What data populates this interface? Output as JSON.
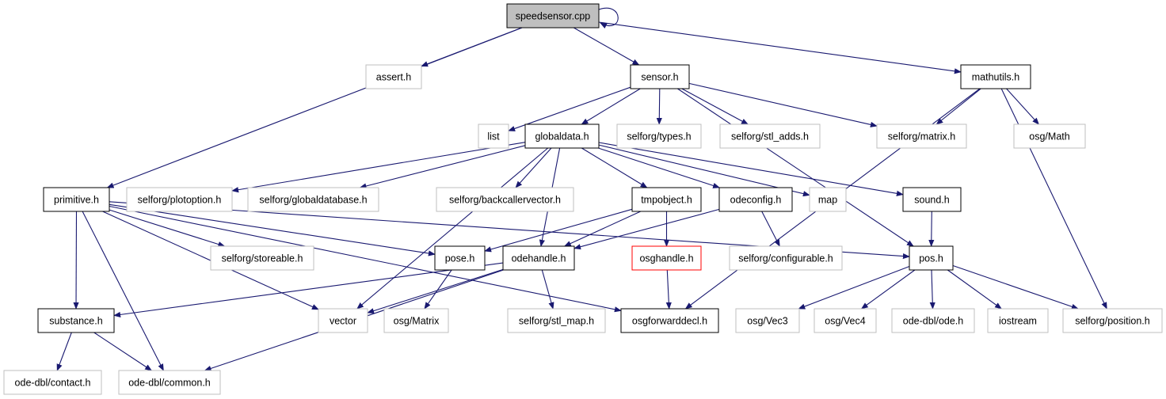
{
  "colors": {
    "edge": "#191970",
    "node_border": "#000000",
    "ext_border": "#bfbfbf",
    "missing_border": "#ff0000",
    "root_fill": "#bfbfbf",
    "text": "#000000"
  },
  "nodes": [
    {
      "id": "speedsensor",
      "label": "speedsensor.cpp",
      "kind": "root"
    },
    {
      "id": "assert",
      "label": "assert.h",
      "kind": "ext"
    },
    {
      "id": "sensor",
      "label": "sensor.h",
      "kind": "normal"
    },
    {
      "id": "mathutils",
      "label": "mathutils.h",
      "kind": "normal"
    },
    {
      "id": "list",
      "label": "list",
      "kind": "ext"
    },
    {
      "id": "globaldata",
      "label": "globaldata.h",
      "kind": "normal"
    },
    {
      "id": "types",
      "label": "selforg/types.h",
      "kind": "ext"
    },
    {
      "id": "stl_adds",
      "label": "selforg/stl_adds.h",
      "kind": "ext"
    },
    {
      "id": "matrix",
      "label": "selforg/matrix.h",
      "kind": "ext"
    },
    {
      "id": "osgmath",
      "label": "osg/Math",
      "kind": "ext"
    },
    {
      "id": "primitive",
      "label": "primitive.h",
      "kind": "normal"
    },
    {
      "id": "plotoption",
      "label": "selforg/plotoption.h",
      "kind": "ext"
    },
    {
      "id": "globaldatabase",
      "label": "selforg/globaldatabase.h",
      "kind": "ext"
    },
    {
      "id": "backcaller",
      "label": "selforg/backcallervector.h",
      "kind": "ext"
    },
    {
      "id": "tmpobject",
      "label": "tmpobject.h",
      "kind": "normal"
    },
    {
      "id": "odeconfig",
      "label": "odeconfig.h",
      "kind": "normal"
    },
    {
      "id": "map",
      "label": "map",
      "kind": "ext"
    },
    {
      "id": "sound",
      "label": "sound.h",
      "kind": "normal"
    },
    {
      "id": "storeable",
      "label": "selforg/storeable.h",
      "kind": "ext"
    },
    {
      "id": "pose",
      "label": "pose.h",
      "kind": "normal"
    },
    {
      "id": "odehandle",
      "label": "odehandle.h",
      "kind": "normal"
    },
    {
      "id": "osghandle",
      "label": "osghandle.h",
      "kind": "missing"
    },
    {
      "id": "configurable",
      "label": "selforg/configurable.h",
      "kind": "ext"
    },
    {
      "id": "pos",
      "label": "pos.h",
      "kind": "normal"
    },
    {
      "id": "substance",
      "label": "substance.h",
      "kind": "normal"
    },
    {
      "id": "vector",
      "label": "vector",
      "kind": "ext"
    },
    {
      "id": "osgmatrix",
      "label": "osg/Matrix",
      "kind": "ext"
    },
    {
      "id": "stl_map",
      "label": "selforg/stl_map.h",
      "kind": "ext"
    },
    {
      "id": "osgforward",
      "label": "osgforwarddecl.h",
      "kind": "normal"
    },
    {
      "id": "vec3",
      "label": "osg/Vec3",
      "kind": "ext"
    },
    {
      "id": "vec4",
      "label": "osg/Vec4",
      "kind": "ext"
    },
    {
      "id": "odeh",
      "label": "ode-dbl/ode.h",
      "kind": "ext"
    },
    {
      "id": "iostream",
      "label": "iostream",
      "kind": "ext"
    },
    {
      "id": "position",
      "label": "selforg/position.h",
      "kind": "ext"
    },
    {
      "id": "contact",
      "label": "ode-dbl/contact.h",
      "kind": "ext"
    },
    {
      "id": "common",
      "label": "ode-dbl/common.h",
      "kind": "ext"
    }
  ],
  "edges": [
    [
      "speedsensor",
      "speedsensor"
    ],
    [
      "speedsensor",
      "assert"
    ],
    [
      "speedsensor",
      "sensor"
    ],
    [
      "speedsensor",
      "mathutils"
    ],
    [
      "speedsensor",
      "primitive"
    ],
    [
      "sensor",
      "list"
    ],
    [
      "sensor",
      "globaldata"
    ],
    [
      "sensor",
      "types"
    ],
    [
      "sensor",
      "stl_adds"
    ],
    [
      "sensor",
      "matrix"
    ],
    [
      "sensor",
      "pos"
    ],
    [
      "mathutils",
      "matrix"
    ],
    [
      "mathutils",
      "osgmath"
    ],
    [
      "mathutils",
      "osgforward"
    ],
    [
      "mathutils",
      "position"
    ],
    [
      "globaldata",
      "plotoption"
    ],
    [
      "globaldata",
      "globaldatabase"
    ],
    [
      "globaldata",
      "backcaller"
    ],
    [
      "globaldata",
      "tmpobject"
    ],
    [
      "globaldata",
      "odeconfig"
    ],
    [
      "globaldata",
      "map"
    ],
    [
      "globaldata",
      "sound"
    ],
    [
      "globaldata",
      "vector"
    ],
    [
      "globaldata",
      "odehandle"
    ],
    [
      "primitive",
      "storeable"
    ],
    [
      "primitive",
      "pose"
    ],
    [
      "primitive",
      "pos"
    ],
    [
      "primitive",
      "osgforward"
    ],
    [
      "primitive",
      "substance"
    ],
    [
      "primitive",
      "vector"
    ],
    [
      "primitive",
      "common"
    ],
    [
      "tmpobject",
      "pose"
    ],
    [
      "tmpobject",
      "odehandle"
    ],
    [
      "tmpobject",
      "osghandle"
    ],
    [
      "odeconfig",
      "odehandle"
    ],
    [
      "odeconfig",
      "configurable"
    ],
    [
      "sound",
      "pos"
    ],
    [
      "pose",
      "osgmatrix"
    ],
    [
      "odehandle",
      "substance"
    ],
    [
      "odehandle",
      "vector"
    ],
    [
      "odehandle",
      "stl_map"
    ],
    [
      "odehandle",
      "common"
    ],
    [
      "osghandle",
      "osgforward"
    ],
    [
      "pos",
      "vec3"
    ],
    [
      "pos",
      "vec4"
    ],
    [
      "pos",
      "odeh"
    ],
    [
      "pos",
      "iostream"
    ],
    [
      "pos",
      "position"
    ],
    [
      "substance",
      "contact"
    ],
    [
      "substance",
      "common"
    ]
  ]
}
